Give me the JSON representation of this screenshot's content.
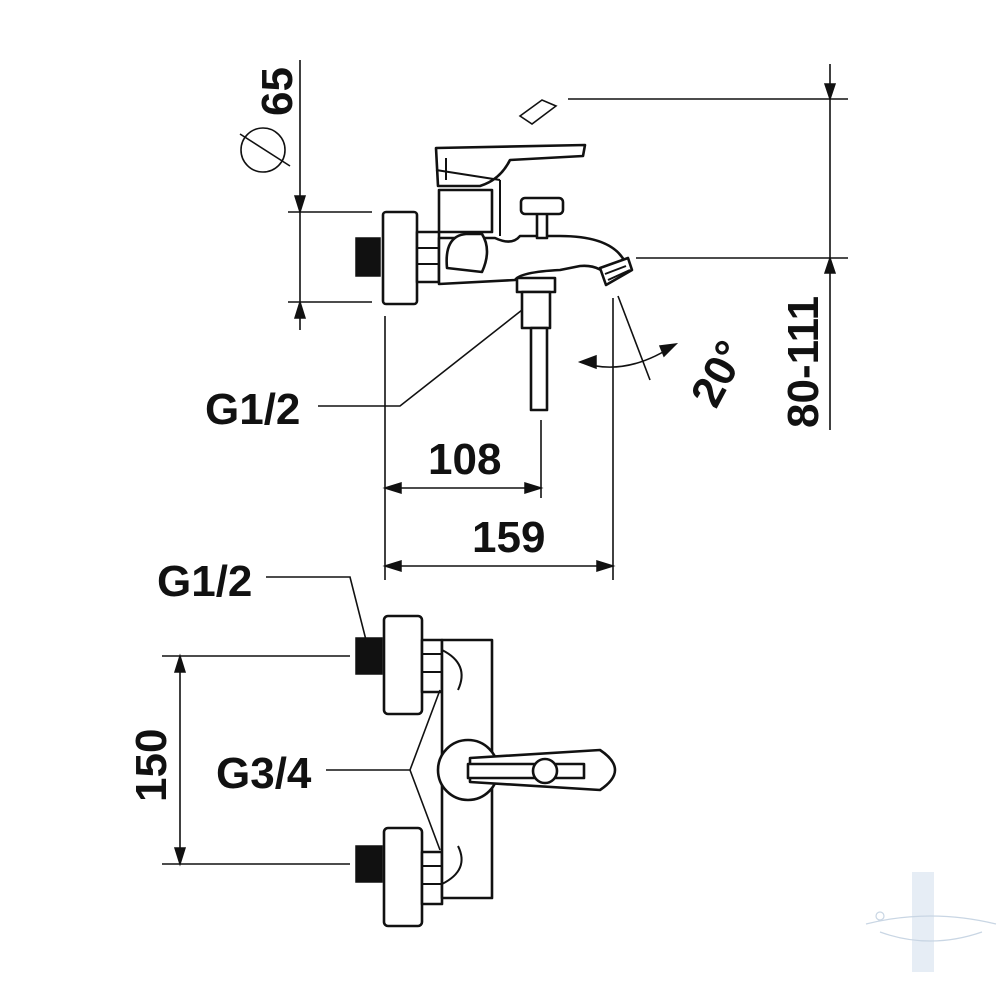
{
  "diagram": {
    "side_view": {
      "pipe_diameter_symbol": "⌀",
      "pipe_diameter_value": "65",
      "connection_label": "G1/2",
      "spout_length": "108",
      "overall_depth": "159",
      "height_range": "80-111",
      "spout_angle": "20°"
    },
    "front_view": {
      "connection_label": "G1/2",
      "eccentric_label": "G3/4",
      "centre_distance": "150"
    }
  },
  "colors": {
    "line": "#111111",
    "background": "#ffffff",
    "watermark": "#c9d6e4"
  }
}
